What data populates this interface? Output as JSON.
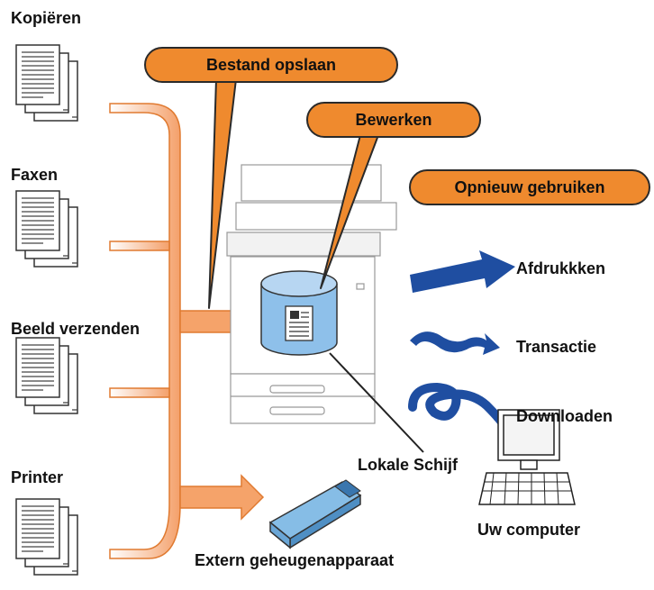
{
  "sources": [
    {
      "label": "Kopiëren",
      "icon": "document-stack-icon"
    },
    {
      "label": "Faxen",
      "icon": "document-stack-icon"
    },
    {
      "label": "Beeld verzenden",
      "icon": "document-stack-icon"
    },
    {
      "label": "Printer",
      "icon": "document-stack-icon"
    }
  ],
  "callouts": {
    "save": "Bestand opslaan",
    "edit": "Bewerken",
    "reuse": "Opnieuw gebruiken"
  },
  "outputs": {
    "print": "Afdrukkken",
    "transaction": "Transactie",
    "download": "Downloaden"
  },
  "devices": {
    "local_disk": "Lokale Schijf",
    "computer": "Uw computer",
    "external": "Extern geheugenapparaat"
  },
  "colors": {
    "callout": "#ef8a2e",
    "flow_arrow": "#f5a36a",
    "output_arrow": "#1f4ea1",
    "disk": "#8ec0ea"
  }
}
